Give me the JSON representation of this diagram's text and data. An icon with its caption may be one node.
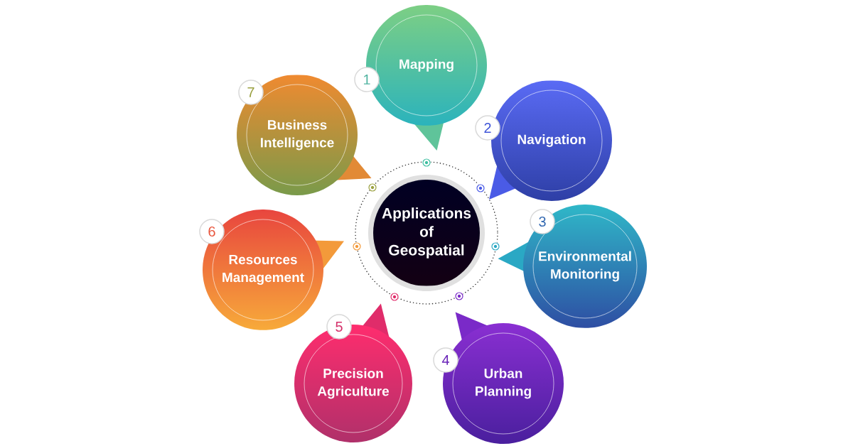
{
  "diagram": {
    "nodes": [
      {
        "text": [
          "Applications of Geospatial"
        ]
      },
      {
        "text": [
          "1",
          "Mapping"
        ]
      },
      {
        "text": [
          "2",
          "Navigation"
        ]
      },
      {
        "text": [
          "3",
          "Environmental Monitoring"
        ]
      },
      {
        "text": [
          "4",
          "Urban Planning"
        ]
      },
      {
        "text": [
          "5",
          "Precision Agriculture"
        ]
      },
      {
        "text": [
          "6",
          "Resources Management"
        ]
      },
      {
        "text": [
          "7",
          "Business Intelligence"
        ]
      }
    ]
  }
}
